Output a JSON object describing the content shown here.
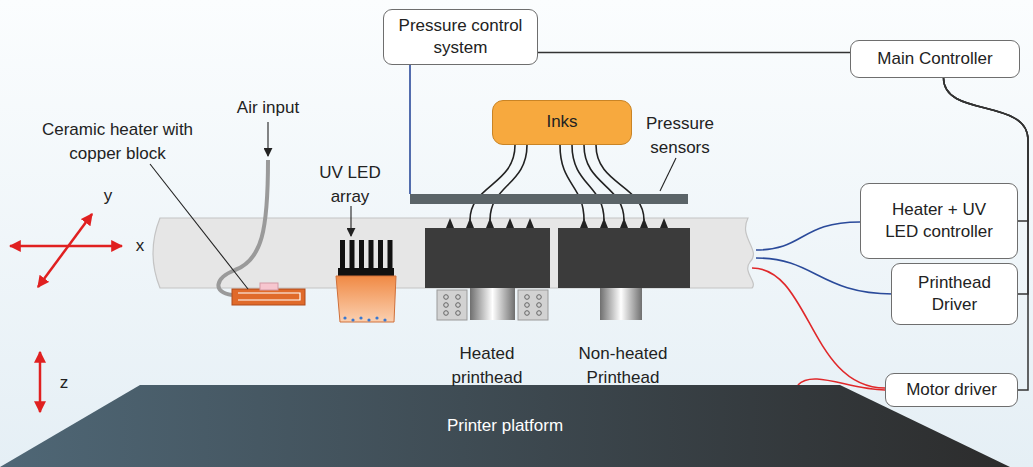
{
  "diagram": {
    "nodes": [
      {
        "text": [
          "Pressure control system"
        ]
      },
      {
        "text": [
          "Main Controller"
        ]
      },
      {
        "text": [
          "Inks"
        ]
      },
      {
        "text": [
          "Heater + UV LED controller"
        ]
      },
      {
        "text": [
          "Printhead Driver"
        ]
      },
      {
        "text": [
          "Motor driver"
        ]
      },
      {
        "text": [
          "Printer platform"
        ]
      }
    ],
    "edges": [
      {
        "from": 0,
        "to": 1,
        "arrow": "none"
      },
      {
        "from": 1,
        "to": 3,
        "arrow": "none"
      },
      {
        "from": 1,
        "to": 4,
        "arrow": "none"
      },
      {
        "from": 1,
        "to": 5,
        "arrow": "none"
      },
      {
        "from": 5,
        "to": 6,
        "arrow": "none"
      }
    ],
    "labels": [
      "Ceramic heater with copper block",
      "Air input",
      "UV LED array",
      "Pressure sensors",
      "Heated printhead",
      "Non-heated Printhead",
      "y",
      "x",
      "z"
    ]
  }
}
